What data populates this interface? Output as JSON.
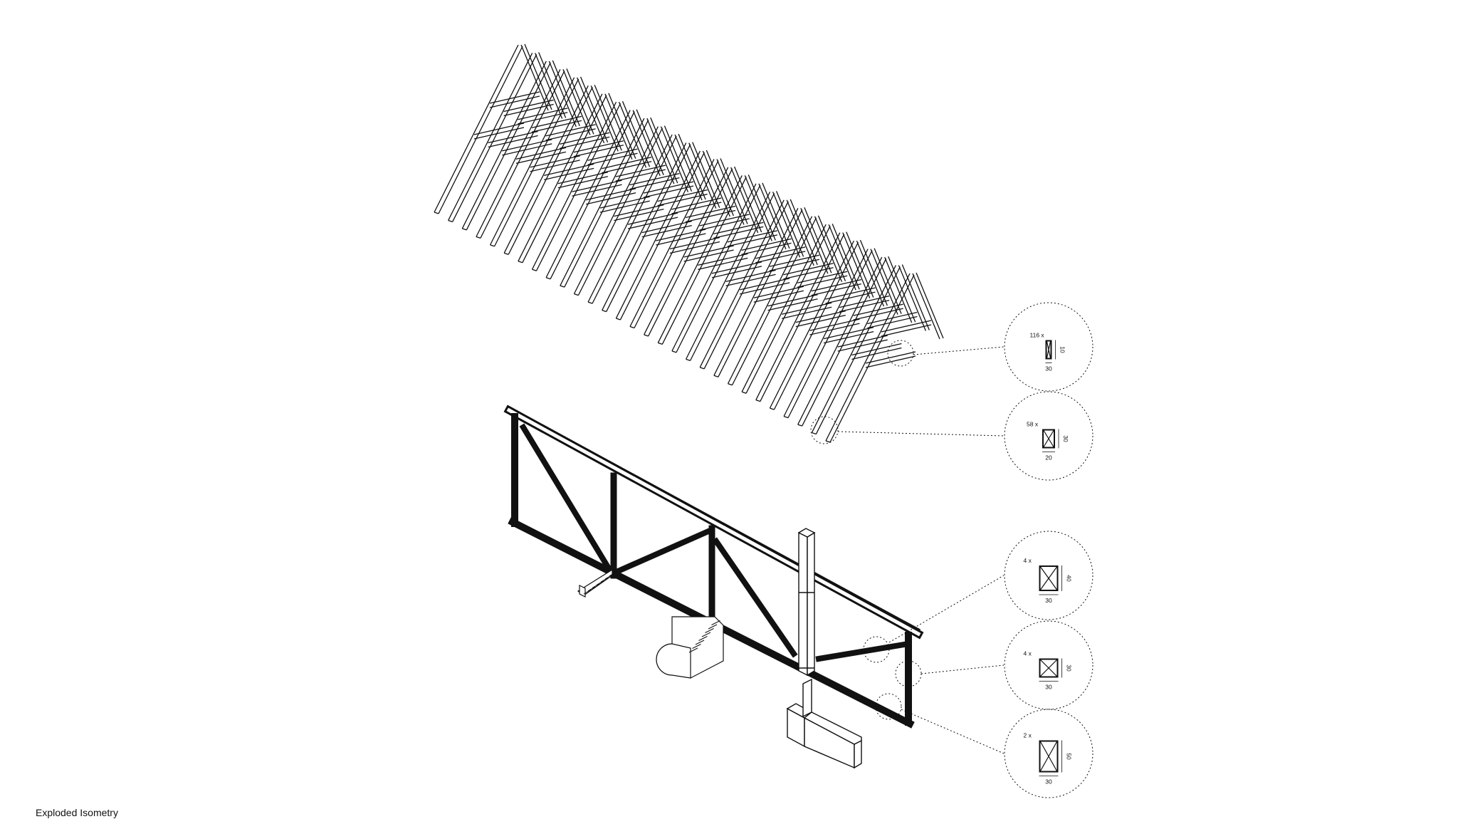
{
  "caption": "Exploded Isometry",
  "callouts": [
    {
      "count": "116 x",
      "dim_bottom": "30",
      "dim_side": "10"
    },
    {
      "count": "58 x",
      "dim_bottom": "20",
      "dim_side": "30"
    },
    {
      "count": "4 x",
      "dim_bottom": "30",
      "dim_side": "40"
    },
    {
      "count": "4 x",
      "dim_bottom": "30",
      "dim_side": "30"
    },
    {
      "count": "2 x",
      "dim_bottom": "30",
      "dim_side": "50"
    }
  ],
  "colors": {
    "line": "#111111",
    "background": "#ffffff"
  }
}
